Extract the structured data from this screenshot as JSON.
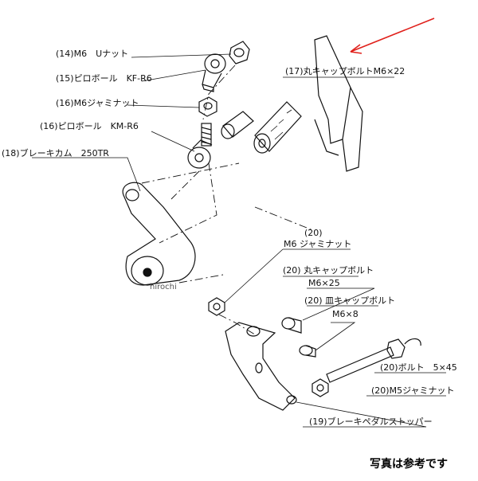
{
  "labels": {
    "u_nut": "(14)M6　Uナット",
    "pillow_kf": "(15)ピロボール　KF-R6",
    "jam_nut_16": "(16)M6ジャミナット",
    "pillow_km": "(16)ピロボール　KM-R6",
    "brake_cam": "(18)ブレーキカム　250TR",
    "cap_bolt_17": "(17)丸キャップボルトM6×22",
    "jam_nut_20_num": "(20)",
    "jam_nut_20": "M6 ジャミナット",
    "cap_bolt_20": "(20) 丸キャップボルト",
    "cap_bolt_20_size": "M6×25",
    "flat_bolt_20": "(20) 皿キャップボルト",
    "flat_bolt_20_size": "M6×8",
    "bolt_20": "(20)ボルト　5×45",
    "m5_nut_20": "(20)M5ジャミナット",
    "stopper_19": "(19)ブレーキペダルストッパー"
  },
  "watermark": "hirochi",
  "footer_note": "写真は参考です",
  "colors": {
    "arrow": "#e0201b",
    "line": "#111111"
  }
}
